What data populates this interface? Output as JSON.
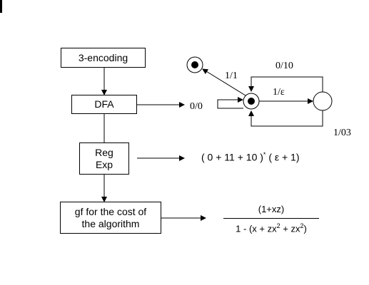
{
  "blocks": {
    "encoding": "3-encoding",
    "dfa": "DFA",
    "regexp_line1": "Reg",
    "regexp_line2": "Exp",
    "gf_line1": "gf for the cost of",
    "gf_line2": "the algorithm"
  },
  "automaton": {
    "loop_label": "0/0",
    "to_final_label": "1/1",
    "forward_label": "1/ε",
    "top_label": "0/10",
    "bottom_label": "1/03"
  },
  "regexp": {
    "part1": "( 0 + 11 + 10 )",
    "star": "*",
    "part2": "( ε + 1)"
  },
  "gf": {
    "numerator": "(1+xz)",
    "denominator_a": "1 - (x + zx",
    "denominator_b": " + zx",
    "denominator_c": ")",
    "exponent": "2"
  }
}
